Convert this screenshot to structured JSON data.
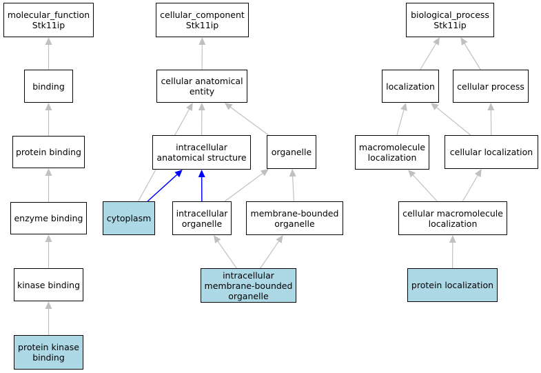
{
  "colors": {
    "highlight": "#add8e6",
    "edge": "#c0c0c0",
    "edge_strong": "#0000ff",
    "border": "#000000"
  },
  "nodes": {
    "mf_root": {
      "label": "molecular_function\nStk11ip",
      "highlighted": false
    },
    "binding": {
      "label": "binding",
      "highlighted": false
    },
    "protein_binding": {
      "label": "protein binding",
      "highlighted": false
    },
    "enzyme_binding": {
      "label": "enzyme binding",
      "highlighted": false
    },
    "kinase_binding": {
      "label": "kinase binding",
      "highlighted": false
    },
    "protein_kinase_binding": {
      "label": "protein kinase\nbinding",
      "highlighted": true
    },
    "cc_root": {
      "label": "cellular_component\nStk11ip",
      "highlighted": false
    },
    "cell_anat_entity": {
      "label": "cellular anatomical\nentity",
      "highlighted": false
    },
    "intracell_anat_struct": {
      "label": "intracellular\nanatomical structure",
      "highlighted": false
    },
    "organelle": {
      "label": "organelle",
      "highlighted": false
    },
    "cytoplasm": {
      "label": "cytoplasm",
      "highlighted": true
    },
    "intracell_organelle": {
      "label": "intracellular\norganelle",
      "highlighted": false
    },
    "membrane_bounded_organelle": {
      "label": "membrane-bounded\norganelle",
      "highlighted": false
    },
    "intracell_mb_organelle": {
      "label": "intracellular\nmembrane-bounded\norganelle",
      "highlighted": true
    },
    "bp_root": {
      "label": "biological_process\nStk11ip",
      "highlighted": false
    },
    "localization": {
      "label": "localization",
      "highlighted": false
    },
    "cellular_process": {
      "label": "cellular process",
      "highlighted": false
    },
    "macromolecule_localization": {
      "label": "macromolecule\nlocalization",
      "highlighted": false
    },
    "cellular_localization": {
      "label": "cellular localization",
      "highlighted": false
    },
    "cellular_macromolecule_localization": {
      "label": "cellular macromolecule\nlocalization",
      "highlighted": false
    },
    "protein_localization": {
      "label": "protein localization",
      "highlighted": true
    }
  },
  "edges": [
    {
      "from": "binding",
      "to": "mf_root",
      "strong": false
    },
    {
      "from": "protein_binding",
      "to": "binding",
      "strong": false
    },
    {
      "from": "enzyme_binding",
      "to": "protein_binding",
      "strong": false
    },
    {
      "from": "kinase_binding",
      "to": "enzyme_binding",
      "strong": false
    },
    {
      "from": "protein_kinase_binding",
      "to": "kinase_binding",
      "strong": false
    },
    {
      "from": "cell_anat_entity",
      "to": "cc_root",
      "strong": false
    },
    {
      "from": "intracell_anat_struct",
      "to": "cell_anat_entity",
      "strong": false
    },
    {
      "from": "organelle",
      "to": "cell_anat_entity",
      "strong": false
    },
    {
      "from": "cytoplasm",
      "to": "cell_anat_entity",
      "strong": false
    },
    {
      "from": "cytoplasm",
      "to": "intracell_anat_struct",
      "strong": true
    },
    {
      "from": "intracell_organelle",
      "to": "intracell_anat_struct",
      "strong": true
    },
    {
      "from": "intracell_organelle",
      "to": "organelle",
      "strong": false
    },
    {
      "from": "membrane_bounded_organelle",
      "to": "organelle",
      "strong": false
    },
    {
      "from": "intracell_mb_organelle",
      "to": "intracell_organelle",
      "strong": false
    },
    {
      "from": "intracell_mb_organelle",
      "to": "membrane_bounded_organelle",
      "strong": false
    },
    {
      "from": "localization",
      "to": "bp_root",
      "strong": false
    },
    {
      "from": "cellular_process",
      "to": "bp_root",
      "strong": false
    },
    {
      "from": "macromolecule_localization",
      "to": "localization",
      "strong": false
    },
    {
      "from": "cellular_localization",
      "to": "localization",
      "strong": false
    },
    {
      "from": "cellular_localization",
      "to": "cellular_process",
      "strong": false
    },
    {
      "from": "cellular_macromolecule_localization",
      "to": "macromolecule_localization",
      "strong": false
    },
    {
      "from": "cellular_macromolecule_localization",
      "to": "cellular_localization",
      "strong": false
    },
    {
      "from": "protein_localization",
      "to": "cellular_macromolecule_localization",
      "strong": false
    }
  ]
}
